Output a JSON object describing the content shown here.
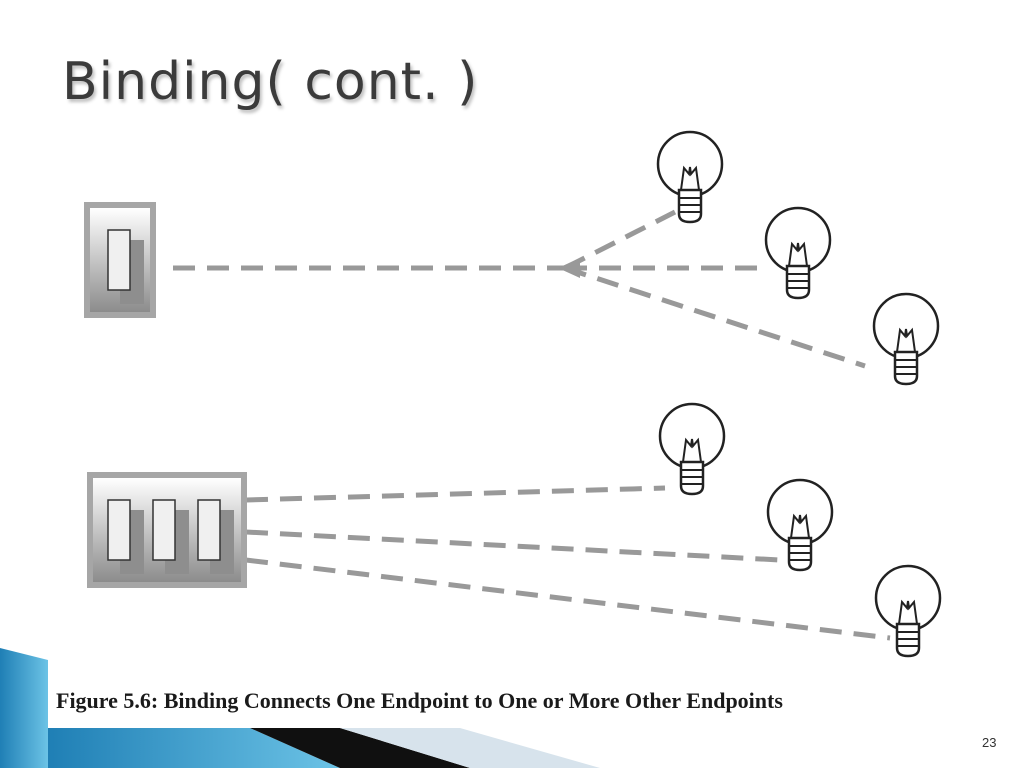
{
  "slide": {
    "title": "Binding( cont. )",
    "caption": "Figure 5.6:  Binding Connects One Endpoint to One or More Other Endpoints",
    "page_number": "23"
  },
  "colors": {
    "dash": "#999999",
    "switch_plate": "#a6a6a6",
    "bulb_outline": "#222222",
    "footer_blue": "#2b8fc4",
    "footer_dark": "#101010",
    "footer_light": "#d7e3ec"
  },
  "diagram": {
    "top_group": {
      "source": "single-switch",
      "targets": [
        "bulb-1",
        "bulb-2",
        "bulb-3"
      ]
    },
    "bottom_group": {
      "source": "triple-switch",
      "targets": [
        "bulb-4",
        "bulb-5",
        "bulb-6"
      ]
    }
  }
}
